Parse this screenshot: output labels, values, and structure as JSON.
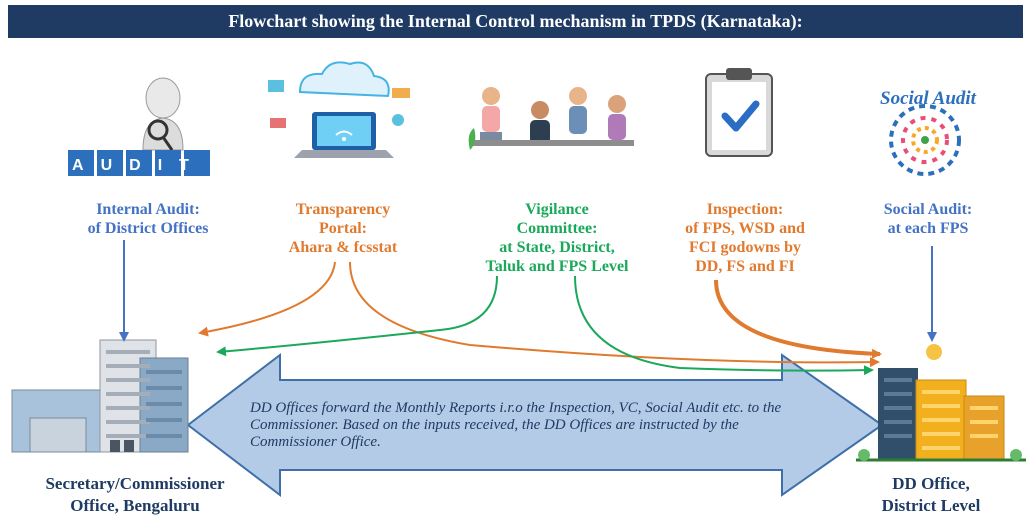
{
  "title": "Flowchart showing the Internal Control mechanism in TPDS (Karnataka):",
  "sources": [
    {
      "line1": "Internal Audit:",
      "line2": "of District Offices"
    },
    {
      "line1": "Transparency",
      "line2": "Portal:",
      "line3": "Ahara & fcsstat"
    },
    {
      "line1": "Vigilance",
      "line2": "Committee:",
      "line3": "at State, District,",
      "line4": "Taluk and FPS Level"
    },
    {
      "line1": "Inspection:",
      "line2": "of FPS, WSD and",
      "line3": "FCI godowns by",
      "line4": "DD, FS and FI"
    },
    {
      "line1": "Social Audit:",
      "line2": "at each FPS"
    }
  ],
  "icon_texts": {
    "audit": "AUDIT",
    "social_audit": "Social Audit"
  },
  "message": "DD Offices forward the Monthly Reports i.r.o the Inspection, VC, Social Audit etc. to the Commissioner. Based on the inputs received, the DD Offices are instructed by the Commissioner Office.",
  "left_office": {
    "line1": "Secretary/Commissioner",
    "line2": "Office, Bengaluru"
  },
  "right_office": {
    "line1": "DD Office,",
    "line2": "District Level"
  },
  "colors": {
    "header_bg": "#1f3b63",
    "blue": "#4472c4",
    "orange": "#e07a2e",
    "green": "#1aa85a",
    "arrow_fill": "#b4cbe7"
  }
}
